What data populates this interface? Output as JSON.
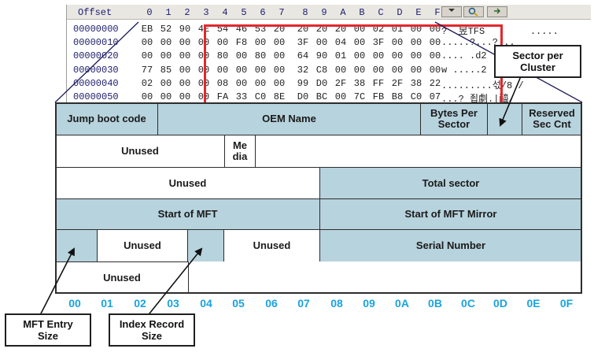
{
  "hex_editor": {
    "offset_label": "Offset",
    "columns": [
      "0",
      "1",
      "2",
      "3",
      "4",
      "5",
      "6",
      "7",
      "8",
      "9",
      "A",
      "B",
      "C",
      "D",
      "E",
      "F"
    ],
    "rows": [
      {
        "offset": "00000000",
        "bytes": [
          "EB",
          "52",
          "90",
          "4E",
          "54",
          "46",
          "53",
          "20",
          "20",
          "20",
          "20",
          "00",
          "02",
          "01",
          "00",
          "00"
        ],
        "text": "?  昱TFS        ....."
      },
      {
        "offset": "00000010",
        "bytes": [
          "00",
          "00",
          "00",
          "00",
          "00",
          "F8",
          "00",
          "00",
          "3F",
          "00",
          "04",
          "00",
          "3F",
          "00",
          "00",
          "00"
        ],
        "text": ".....?...?..."
      },
      {
        "offset": "00000020",
        "bytes": [
          "00",
          "00",
          "00",
          "00",
          "80",
          "00",
          "80",
          "00",
          "64",
          "90",
          "01",
          "00",
          "00",
          "00",
          "00",
          "00"
        ],
        "text": ".... .d2"
      },
      {
        "offset": "00000030",
        "bytes": [
          "77",
          "85",
          "00",
          "00",
          "00",
          "00",
          "00",
          "00",
          "32",
          "C8",
          "00",
          "00",
          "00",
          "00",
          "00",
          "00"
        ],
        "text": "w .....2"
      },
      {
        "offset": "00000040",
        "bytes": [
          "02",
          "00",
          "00",
          "00",
          "08",
          "00",
          "00",
          "00",
          "99",
          "D0",
          "2F",
          "38",
          "FF",
          "2F",
          "38",
          "22"
        ],
        "text": ".........섟/8 /"
      },
      {
        "offset": "00000050",
        "bytes": [
          "00",
          "00",
          "00",
          "00",
          "FA",
          "33",
          "C0",
          "8E",
          "D0",
          "BC",
          "00",
          "7C",
          "FB",
          "B8",
          "C0",
          "07"
        ],
        "text": "...? 죕劇.|醯/"
      }
    ]
  },
  "table": {
    "row1": {
      "jump_boot": "Jump boot code",
      "oem_name": "OEM Name",
      "bytes_per_sector": "Bytes Per Sector",
      "reserved_sec_cnt": "Reserved Sec Cnt"
    },
    "row2": {
      "unused": "Unused",
      "media": "Me dia"
    },
    "row3": {
      "unused": "Unused",
      "total_sector": "Total sector"
    },
    "row4": {
      "start_mft": "Start of MFT",
      "start_mft_mirror": "Start of MFT Mirror"
    },
    "row5": {
      "unused_a": "Unused",
      "unused_b": "Unused",
      "serial_number": "Serial Number"
    },
    "row6": {
      "unused": "Unused"
    }
  },
  "byte_index": [
    "00",
    "01",
    "02",
    "03",
    "04",
    "05",
    "06",
    "07",
    "08",
    "09",
    "0A",
    "0B",
    "0C",
    "0D",
    "0E",
    "0F"
  ],
  "callouts": {
    "sector_per_cluster": "Sector per Cluster",
    "mft_entry_size": "MFT Entry Size",
    "index_record_size": "Index Record Size"
  },
  "colors": {
    "field_teal": "#b7d3dd",
    "highlight_red": "#e2282d",
    "index_blue": "#1aa3df"
  }
}
